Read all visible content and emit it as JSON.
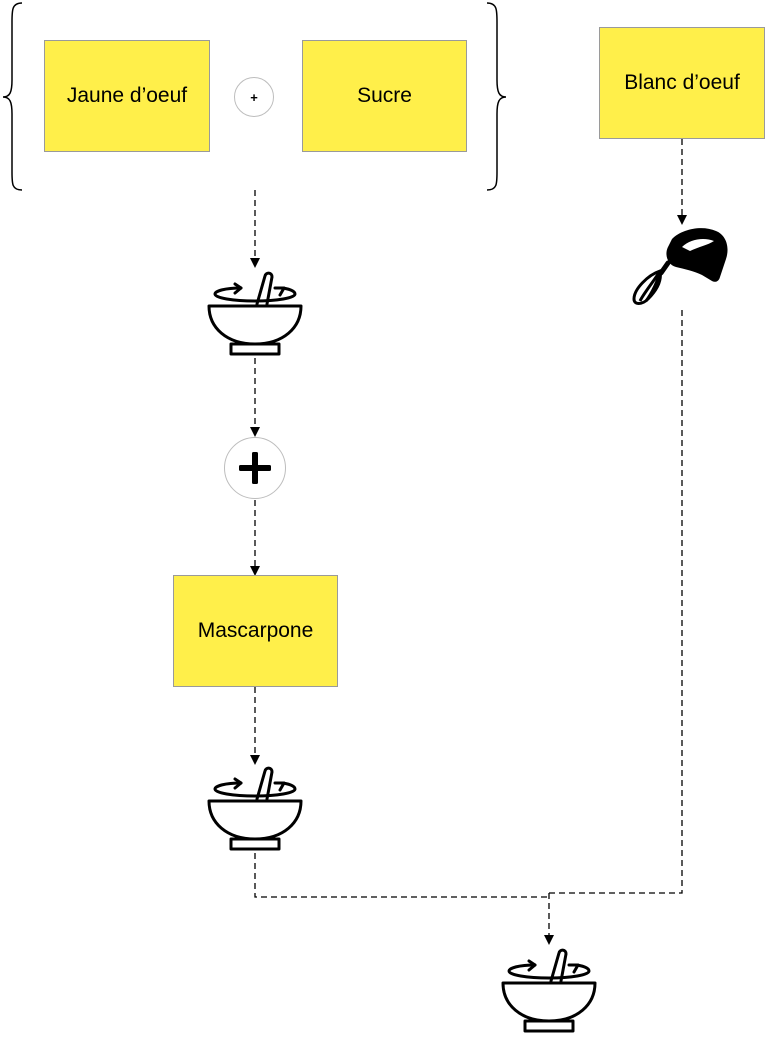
{
  "ingredients": {
    "egg_yolk": "Jaune d’oeuf",
    "sugar": "Sucre",
    "egg_white": "Blanc d’oeuf",
    "mascarpone": "Mascarpone"
  },
  "operators": {
    "combine_symbol": "+"
  },
  "icons": {
    "mix_bowl": "mixing-bowl-icon",
    "hand_mixer": "hand-mixer-icon",
    "add": "add-plus-icon"
  },
  "colors": {
    "ingredient_box": "#ffef4a",
    "border": "#9a9a9a",
    "connector": "#000000"
  }
}
